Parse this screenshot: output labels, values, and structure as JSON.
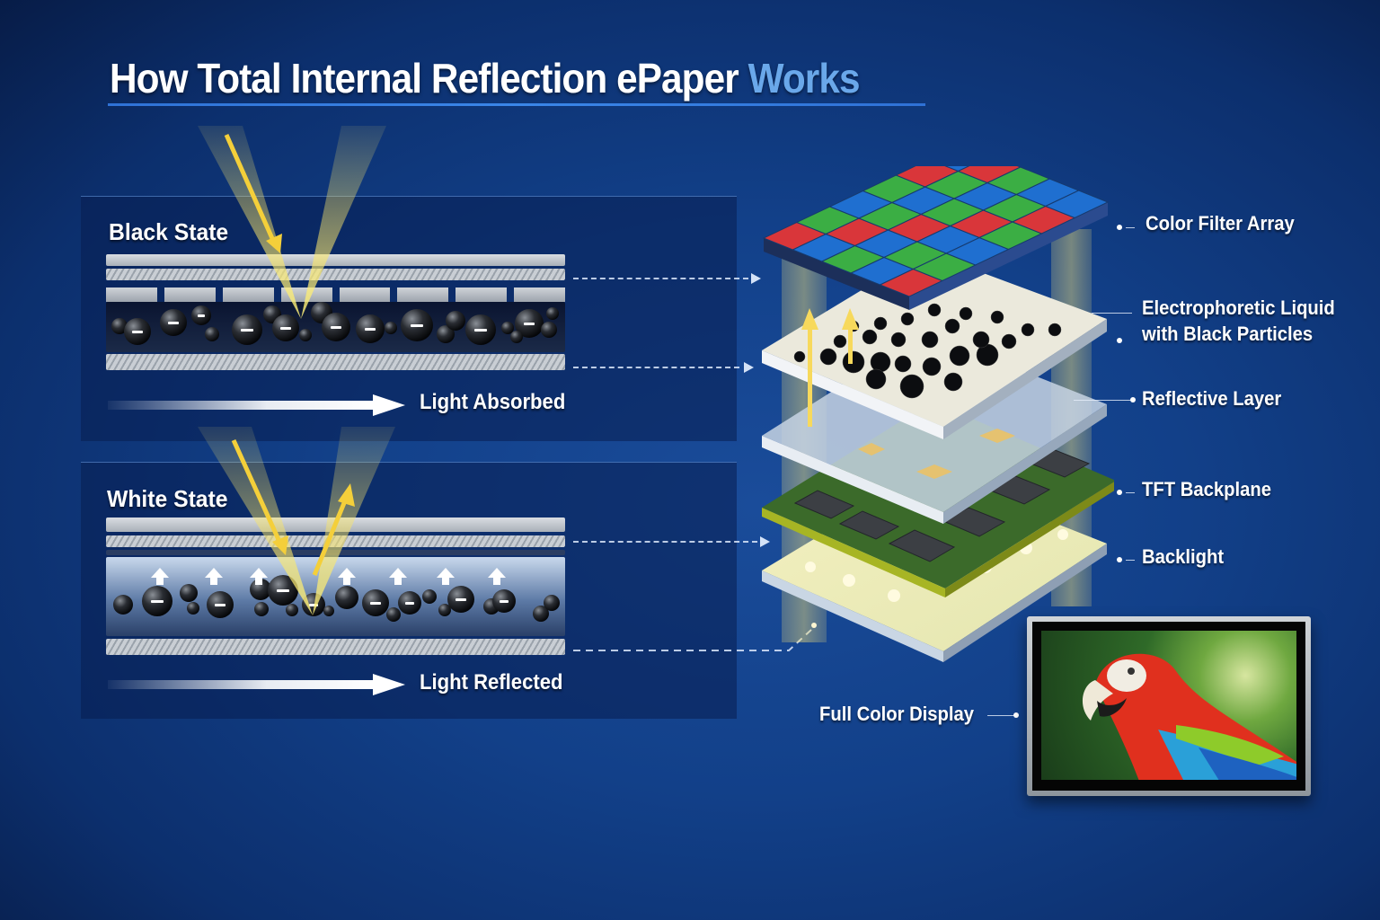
{
  "title": {
    "main": "How Total Internal Reflection ePaper ",
    "accent": "Works",
    "accent_color": "#6aa8ea"
  },
  "states": [
    {
      "label": "Black State",
      "flow_label": "Light Absorbed",
      "mode": "absorbed"
    },
    {
      "label": "White State",
      "flow_label": "Light Reflected",
      "mode": "reflected"
    }
  ],
  "stack": {
    "layers": [
      {
        "id": "color-filter-array",
        "label": "Color Filter Array"
      },
      {
        "id": "electrophoretic-liquid",
        "label_lines": [
          "Electrophoretic Liquid",
          "with Black Particles"
        ]
      },
      {
        "id": "reflective-layer",
        "label": "Reflective Layer"
      },
      {
        "id": "tft-backplane",
        "label": "TFT Backplane"
      },
      {
        "id": "backlight",
        "label": "Backlight"
      }
    ],
    "color_filter_colors": {
      "red": "#d9363a",
      "green": "#3bae44",
      "blue": "#1f6fd0"
    }
  },
  "display": {
    "label": "Full Color Display",
    "image_subject": "macaw-parrot"
  },
  "colors": {
    "background": "#124089",
    "light_beam": "#f4d84a",
    "title_underline": "#2f72d6"
  }
}
